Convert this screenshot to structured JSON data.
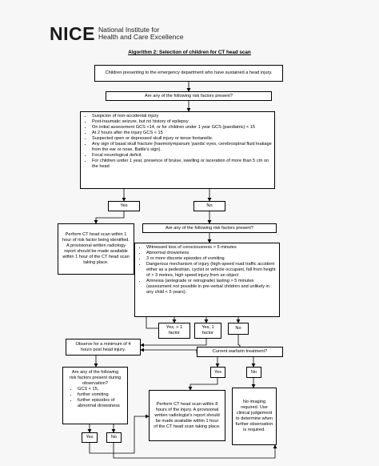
{
  "header": {
    "logo_mark": "NICE",
    "org_line1": "National Institute for",
    "org_line2": "Health and Care Excellence"
  },
  "title": "Algorithm 2: Selection of children for CT head scan",
  "nodes": {
    "start": "Children presenting to the emergency department who have sustained a head injury.",
    "q1": "Are any of the following risk factors present?",
    "risk1": [
      "Suspicion of non-accidental injury",
      "Post-traumatic seizure, but no history of epilepsy",
      "On initial assessment GCS <14, or for children under 1 year GCS (paediatric) < 15",
      "At 2 hours after the injury GCS < 15",
      "Suspected open or depressed skull injury or tense fontanelle.",
      "Any sign of basal skull fracture (haemotympanum 'panda' eyes, cerebrospinal fluid leakage from the ear or nose, Battle's sign).",
      "Focal neurological deficit",
      "For children under 1 year, presence of bruise, swelling or laceration of more than 5 cm on the head"
    ],
    "yes1": "Yes",
    "no1": "No",
    "ct1": "Perform CT head scan within 1 hour of risk factor being identified. A provisional written radiology report should be made available within 1 hour of the CT head scan taking place.",
    "q2": "Are any of the following risk factors present?",
    "risk2": [
      "Witnessed loss of consciousness > 5 minutes",
      "Abnormal drowsiness",
      "3 or more discrete episodes of vomiting",
      "Dangerous mechanism of injury (high-speed road traffic accident either as a pedestrian, cyclist or vehicle occupant, fall from height of > 3 metres, high speed injury from an object",
      "Amnesia (antegrade or retrograde) lasting > 5 minutes (assessment not possible in pre-verbal children and unlikely in any child < 5 years)."
    ],
    "yes_gt1": "Yes, > 1 factor",
    "yes_1": "Yes, 1 factor",
    "no2": "No",
    "observe": "Observe for a minimum of 4 hours post head injury.",
    "warfarin": "Current warfarin treatment?",
    "yes3": "Yes",
    "no3": "No",
    "q3_title": "Are any of the following risk factors present during observation?",
    "risk3": [
      "GCS < 15,",
      "further vomiting",
      "further episodes of abnormal drowsiness"
    ],
    "ct2": "Perform CT head scan within 8 hours of the injury. A provisional written radiologist's report should be made available within 1 hour of the CT head scan taking place.",
    "noimg": "No imaging required. Use clinical judgement to determine when further observation is required.",
    "yes4": "Yes",
    "no4": "No"
  }
}
